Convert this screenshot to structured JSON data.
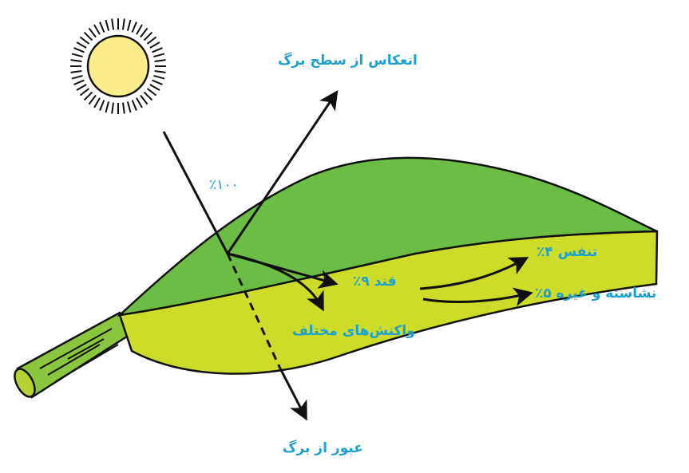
{
  "colors": {
    "label": "#1d9fd0",
    "leaf_top": "#6cbd45",
    "leaf_inside": "#cddc29",
    "sun": "#fbee8a",
    "stem": "#8cc63f"
  },
  "labels": {
    "reflection": "انعکاس از سطح برگ",
    "incoming": "٪۱۰۰",
    "respiration": "تنفس ۴٪",
    "sugar": "قند ۹٪",
    "starch": "نشاسته و غیره ۵٪",
    "reactions": "واکنش‌های مختلف",
    "transmission": "عبور از برگ"
  }
}
